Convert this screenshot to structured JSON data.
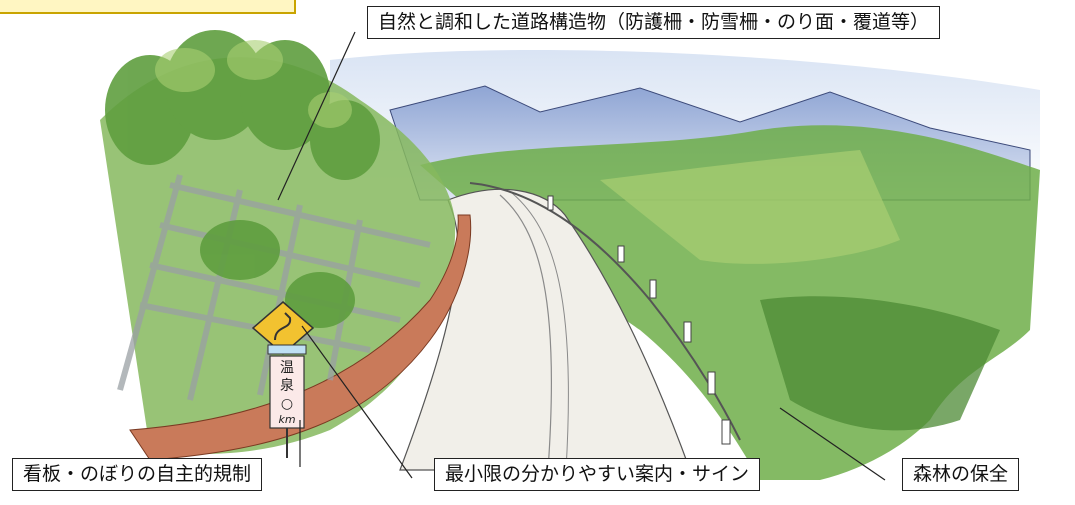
{
  "callouts": {
    "structures": "自然と調和した道路構造物（防護柵・防雪柵・のり面・覆道等）",
    "billboard": "看板・のぼりの自主的規制",
    "guidance": "最小限の分かりやすい案内・サイン",
    "forest": "森林の保全"
  },
  "sign": {
    "char1": "温",
    "char2": "泉",
    "char3": "○",
    "unit": "km"
  },
  "colors": {
    "sky": "#c9d8ef",
    "mountain": "#8fa5d4",
    "foliage": "#5f9e3f",
    "foliage_light": "#a9cf72",
    "road": "#f1efe9",
    "retaining_wall": "#c97a5a",
    "curve_sign": "#f2c230",
    "label_border": "#222222"
  },
  "icons": {
    "curve_sign": "curve-warning-sign-icon",
    "road_sign": "distance-sign-icon"
  }
}
